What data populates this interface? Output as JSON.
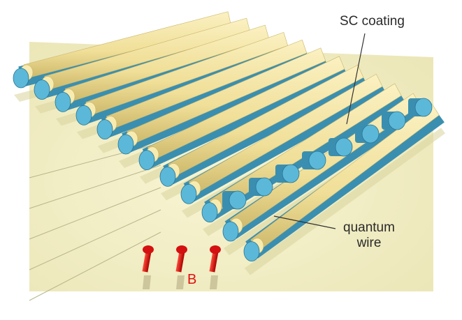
{
  "labels": {
    "sc_coating": "SC coating",
    "quantum_wire_line1": "quantum",
    "quantum_wire_line2": "wire",
    "field": "B"
  },
  "colors": {
    "substrate": "#f2efc4",
    "substrate_shadow": "#e8e3ad",
    "sc_coating": "#f3e5a3",
    "quantum_wire": "#3a8fb0",
    "quantum_wire_end": "#5bb8d8",
    "arrow": "#d41010"
  },
  "scene": {
    "wire_count": 12,
    "field_arrow_count": 3
  }
}
